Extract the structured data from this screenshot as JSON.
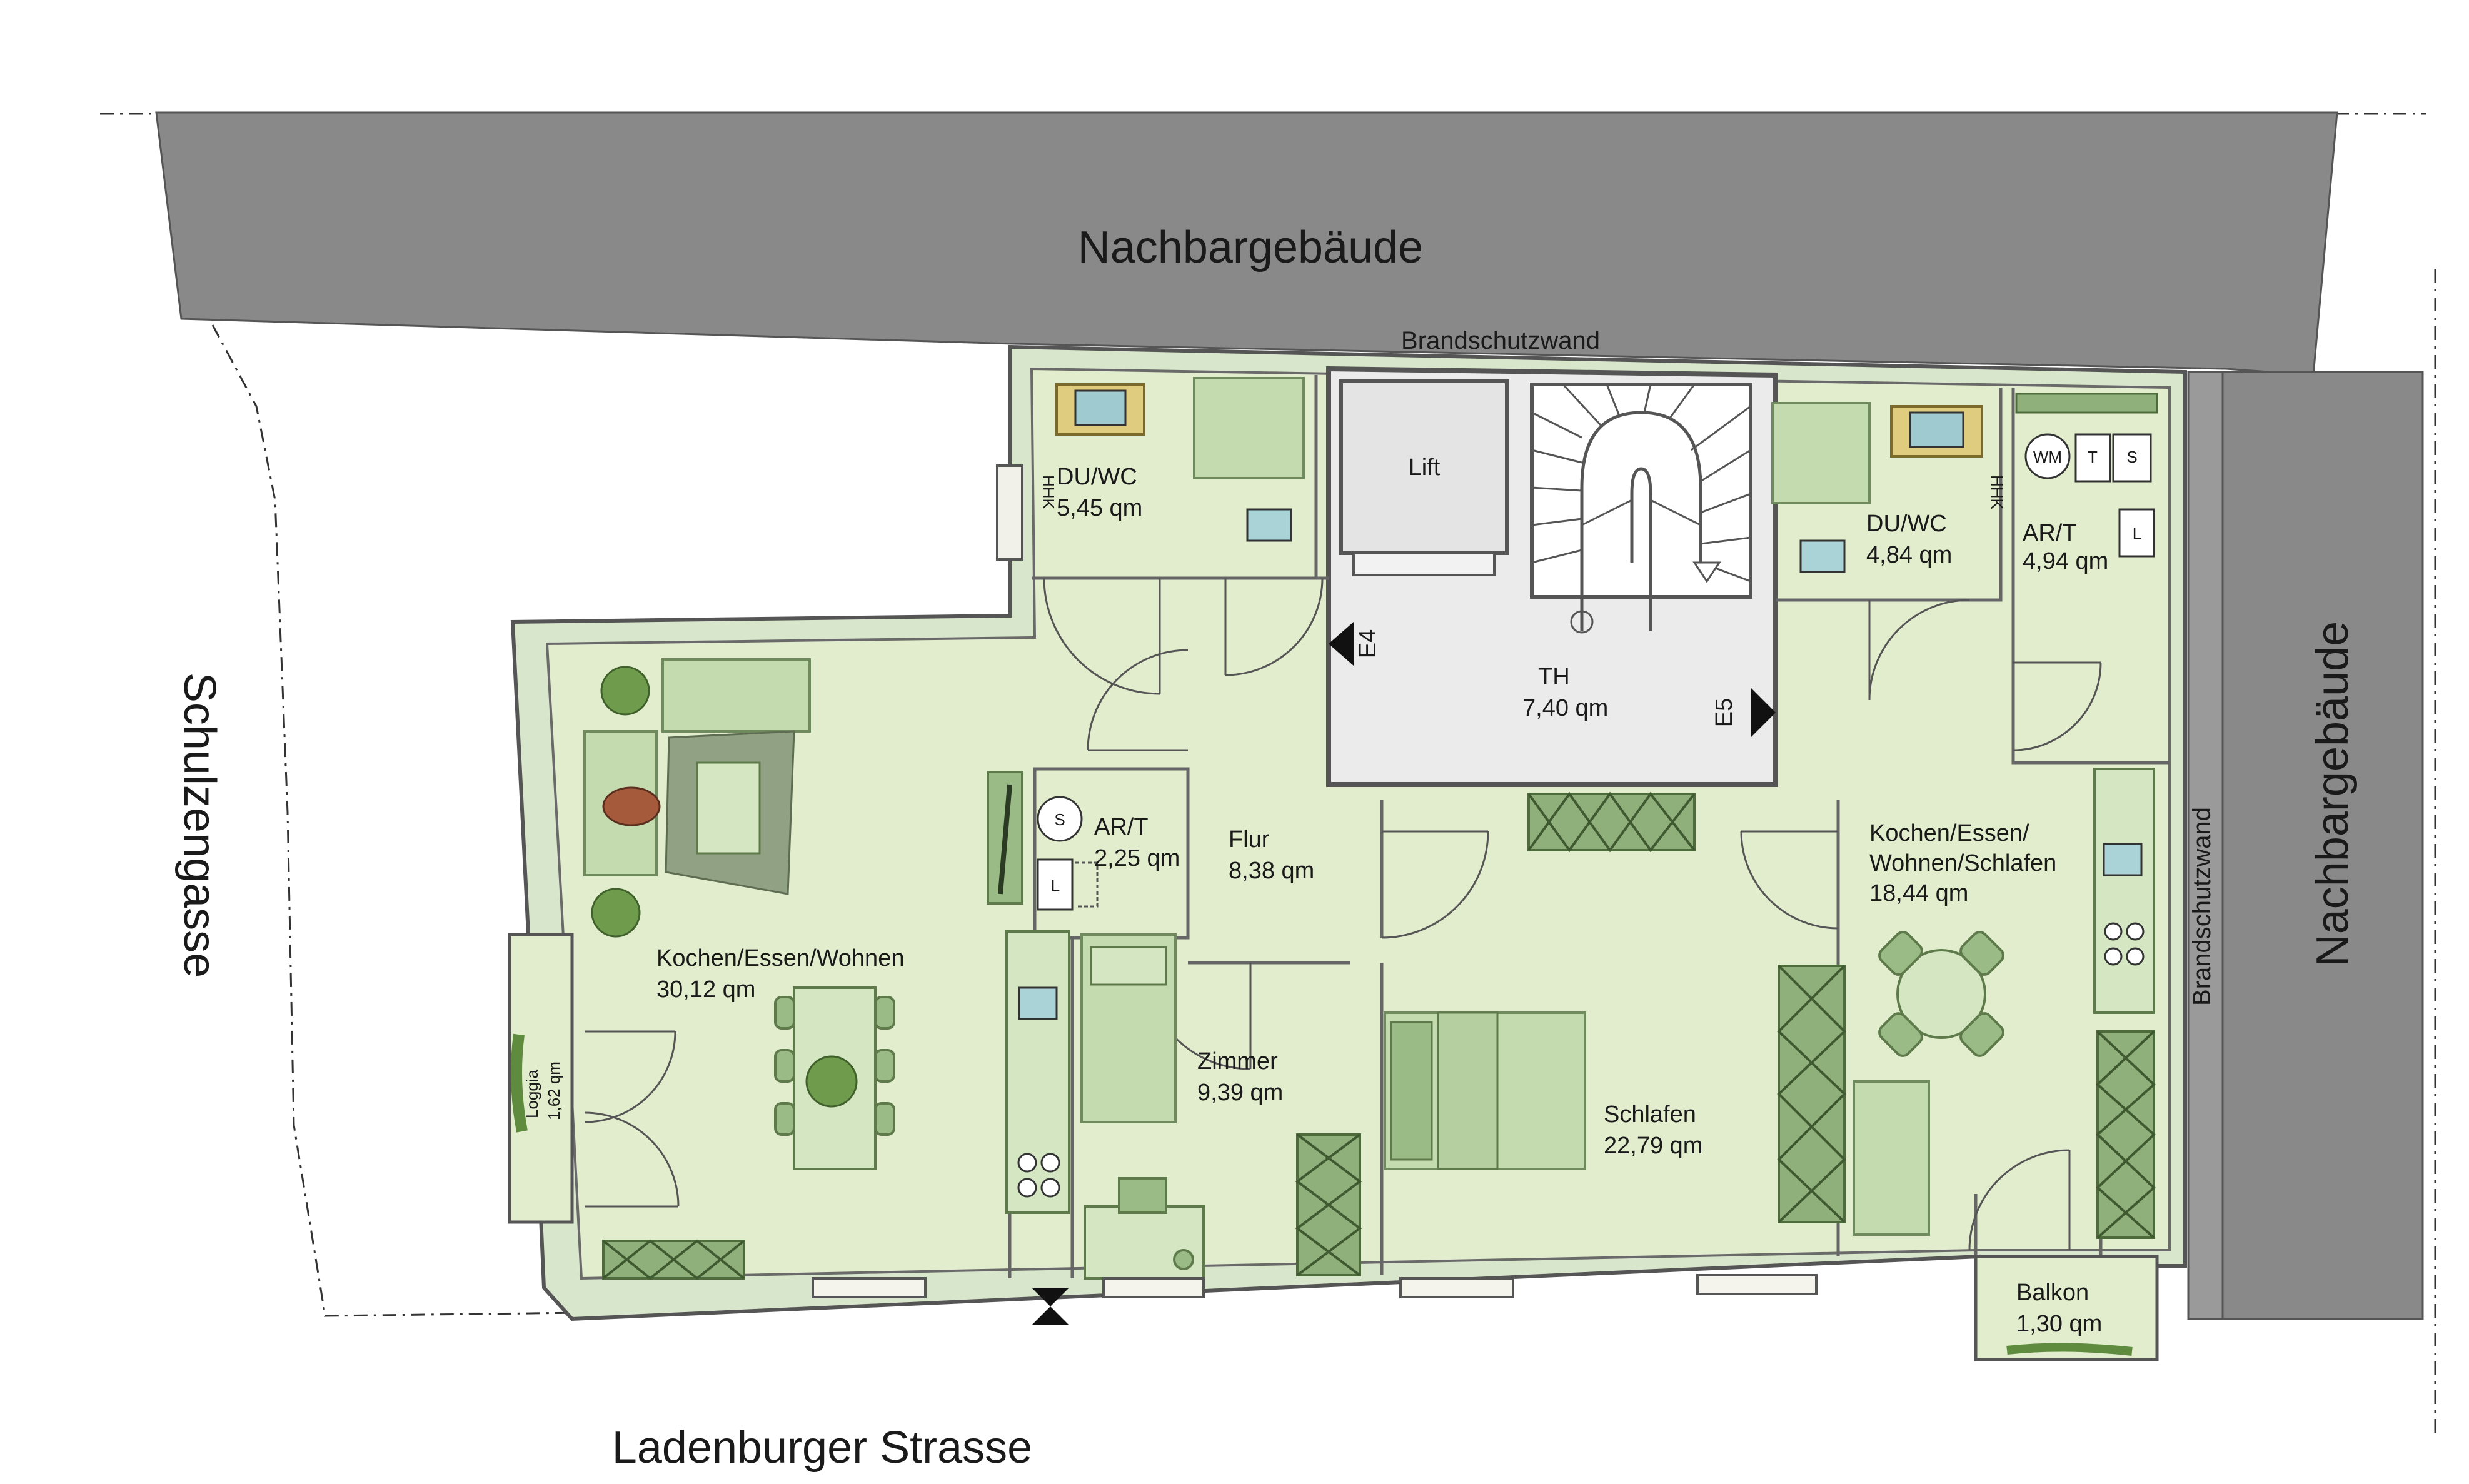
{
  "labels": {
    "neighbor_top": "Nachbargebäude",
    "neighbor_right": "Nachbargebäude",
    "firewall_top": "Brandschutzwand",
    "firewall_right": "Brandschutzwand",
    "street_left": "Schulzengasse",
    "street_bottom": "Ladenburger Strasse"
  },
  "rooms": {
    "bath_left": {
      "name": "DU/WC",
      "area": "5,45 qm"
    },
    "lift": {
      "name": "Lift"
    },
    "stairwell": {
      "name": "TH",
      "area": "7,40 qm"
    },
    "bath_right": {
      "name": "DU/WC",
      "area": "4,84 qm"
    },
    "storage_right": {
      "name": "AR/T",
      "area": "4,94 qm"
    },
    "kitchen_left": {
      "name": "Kochen/Essen/Wohnen",
      "area": "30,12 qm"
    },
    "storage_left": {
      "name": "AR/T",
      "area": "2,25 qm"
    },
    "hall": {
      "name": "Flur",
      "area": "8,38 qm"
    },
    "room": {
      "name": "Zimmer",
      "area": "9,39 qm"
    },
    "bedroom": {
      "name": "Schlafen",
      "area": "22,79 qm"
    },
    "kitchen_right": {
      "name": "Kochen/Essen/",
      "name2": "Wohnen/Schlafen",
      "area": "18,44 qm"
    },
    "loggia": {
      "name": "Loggia",
      "area": "1,62 qm"
    },
    "balcony": {
      "name": "Balkon",
      "area": "1,30 qm"
    }
  },
  "entrances": {
    "e4": "E4",
    "e5": "E5"
  },
  "appliances": {
    "wm": "WM",
    "t": "T",
    "s": "S",
    "l": "L",
    "hhk": "HHK"
  }
}
